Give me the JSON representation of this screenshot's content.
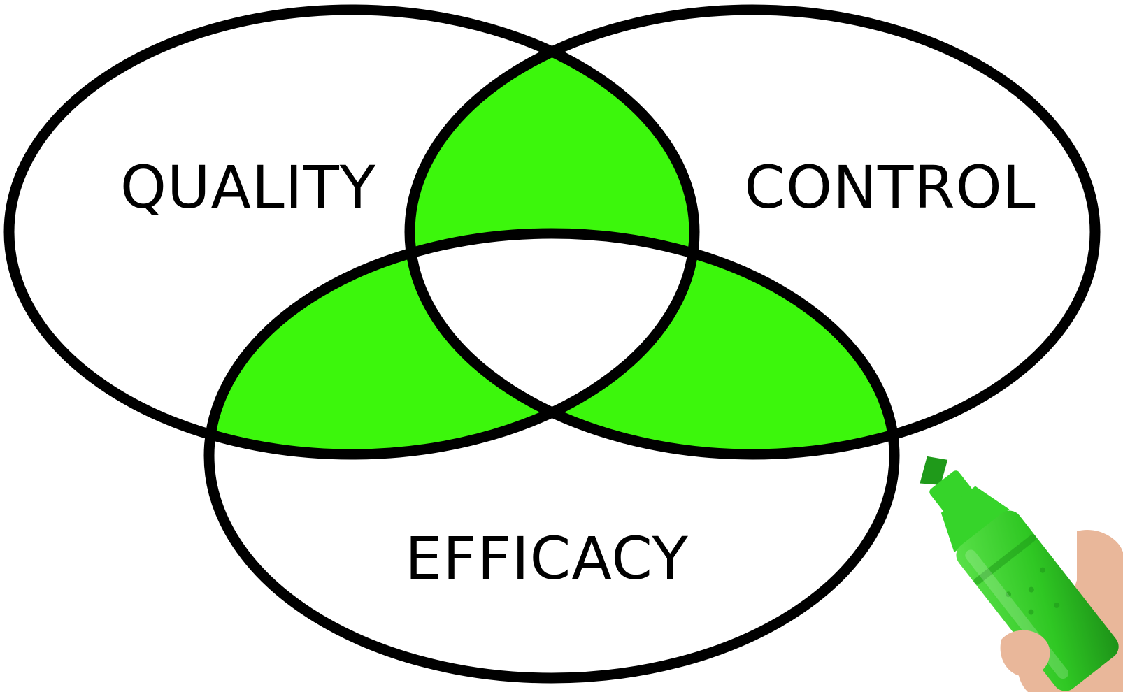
{
  "diagram": {
    "type": "venn-3",
    "sets": [
      {
        "id": "quality",
        "label": "QUALITY"
      },
      {
        "id": "control",
        "label": "CONTROL"
      },
      {
        "id": "efficacy",
        "label": "EFFICACY"
      }
    ],
    "highlighted_regions": [
      [
        "quality",
        "control"
      ],
      [
        "quality",
        "efficacy"
      ],
      [
        "control",
        "efficacy"
      ]
    ],
    "unhighlighted_center": [
      "quality",
      "control",
      "efficacy"
    ]
  },
  "colors": {
    "highlight": "#3cf70c",
    "outline": "#000000",
    "background": "#ffffff",
    "marker_body": "#36d42a",
    "marker_dark": "#1f9a1a",
    "skin": "#e9b79a"
  },
  "decoration": {
    "marker": "green-highlighter-marker-icon",
    "hand": "hand-icon"
  }
}
